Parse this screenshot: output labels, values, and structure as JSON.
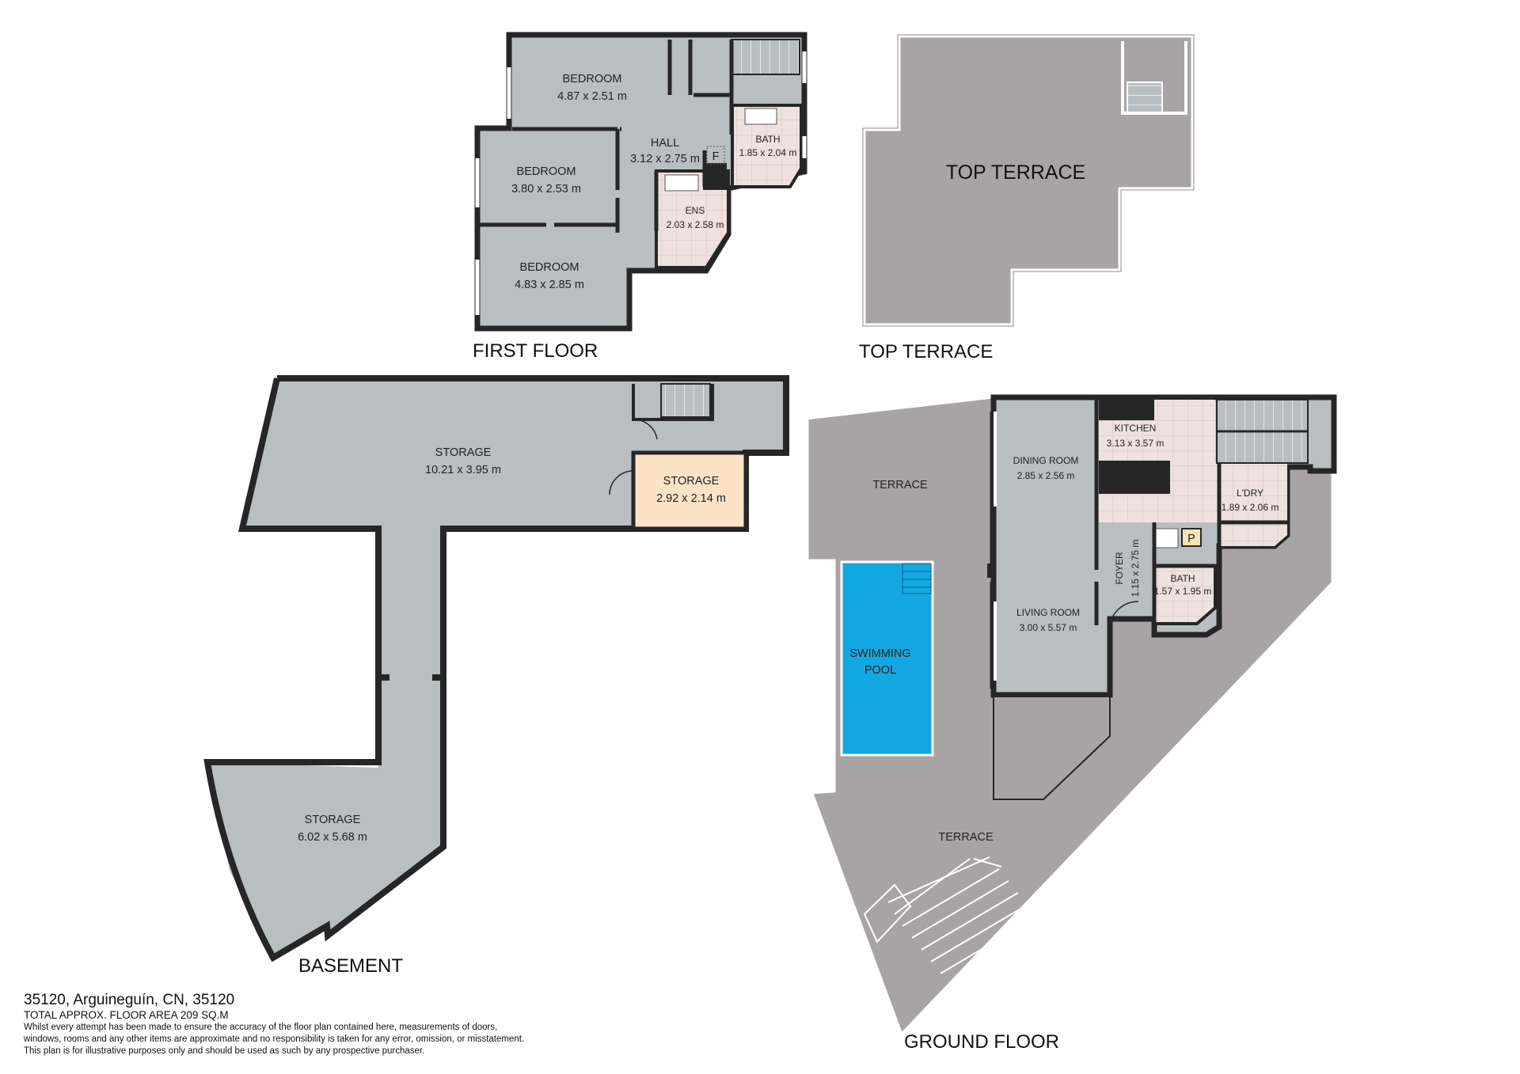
{
  "colors": {
    "wall": "#262626",
    "room": "#b9bec1",
    "terrace": "#a8a4a6",
    "wet": "#efe1e0",
    "storage_highlight": "#fce3c5",
    "pool": "#13a8e2",
    "pantry": "#fbe3b8"
  },
  "floors": {
    "first_floor": "FIRST FLOOR",
    "top_terrace": "TOP TERRACE",
    "basement": "BASEMENT",
    "ground_floor": "GROUND FLOOR"
  },
  "first_floor_rooms": {
    "bedroom1": {
      "name": "BEDROOM",
      "dims": "4.87 x 2.51 m"
    },
    "bedroom2": {
      "name": "BEDROOM",
      "dims": "3.80 x 2.53 m"
    },
    "bedroom3": {
      "name": "BEDROOM",
      "dims": "4.83 x 2.85 m"
    },
    "hall": {
      "name": "HALL",
      "dims": "3.12 x 2.75 m"
    },
    "bath": {
      "name": "BATH",
      "dims": "1.85 x 2.04 m"
    },
    "ens": {
      "name": "ENS",
      "dims": "2.03 x 2.58 m"
    },
    "fridge_marker": "F"
  },
  "top_terrace_label": "TOP TERRACE",
  "basement_rooms": {
    "storage_main": {
      "name": "STORAGE",
      "dims": "10.21 x 3.95 m"
    },
    "storage_small": {
      "name": "STORAGE",
      "dims": "2.92 x 2.14 m"
    },
    "storage_lower": {
      "name": "STORAGE",
      "dims": "6.02 x 5.68 m"
    }
  },
  "ground_floor_rooms": {
    "terrace_top": {
      "name": "TERRACE"
    },
    "swimming_pool": {
      "line1": "SWIMMING",
      "line2": "POOL"
    },
    "dining": {
      "name": "DINING ROOM",
      "dims": "2.85 x 2.56 m"
    },
    "living": {
      "name": "LIVING ROOM",
      "dims": "3.00 x 5.57 m"
    },
    "kitchen": {
      "name": "KITCHEN",
      "dims": "3.13 x 3.57 m"
    },
    "laundry": {
      "name": "L'DRY",
      "dims": "1.89 x 2.06 m"
    },
    "foyer": {
      "name": "FOYER",
      "dims": "1.15 x 2.75 m"
    },
    "bath": {
      "name": "BATH",
      "dims": "1.57 x 1.95 m"
    },
    "pantry_marker": "P",
    "terrace_bottom": {
      "name": "TERRACE"
    }
  },
  "footer": {
    "address": "35120, Arguineguín, CN, 35120",
    "area": "TOTAL APPROX. FLOOR AREA 209 SQ.M",
    "disclaimer_lines": [
      "Whilst every attempt has been made to ensure the accuracy of the floor plan contained here, measurements of doors,",
      "windows, rooms and any other items are approximate and no responsibility is taken for any error, omission, or misstatement.",
      "This plan is for illustrative purposes only and should be used as such by any prospective purchaser."
    ]
  }
}
